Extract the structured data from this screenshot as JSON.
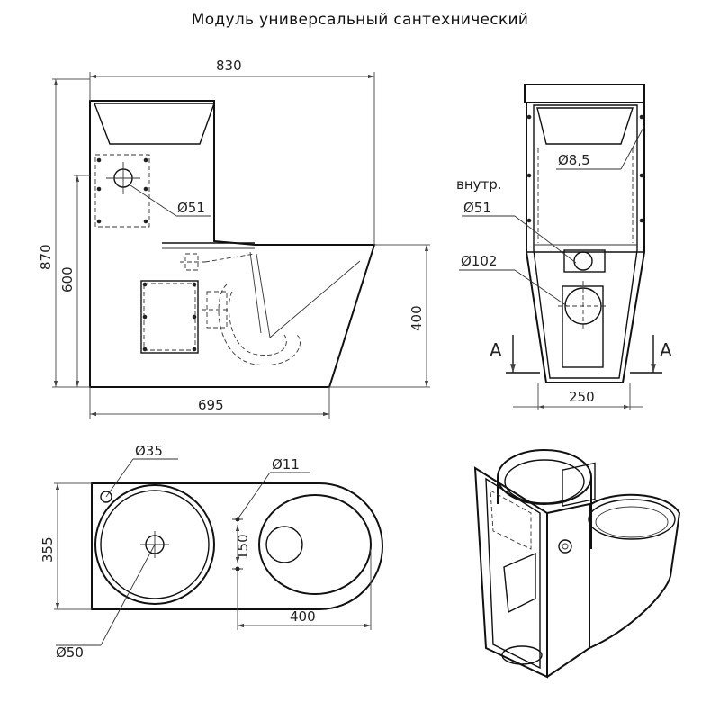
{
  "title": "Модуль универсальный сантехнический",
  "front_view": {
    "width_top": "830",
    "width_bottom": "695",
    "height_total": "870",
    "height_body": "600",
    "height_bowl": "400",
    "hole_diameter": "Ø51"
  },
  "side_view": {
    "hole_small": "Ø8,5",
    "inner_label": "внутр.",
    "hole_inner": "Ø51",
    "hole_large": "Ø102",
    "width_bottom": "250",
    "section_left": "A",
    "section_right": "A"
  },
  "top_view": {
    "hole_35": "Ø35",
    "hole_11": "Ø11",
    "depth": "355",
    "spacing": "150",
    "length": "400",
    "drain": "Ø50"
  }
}
